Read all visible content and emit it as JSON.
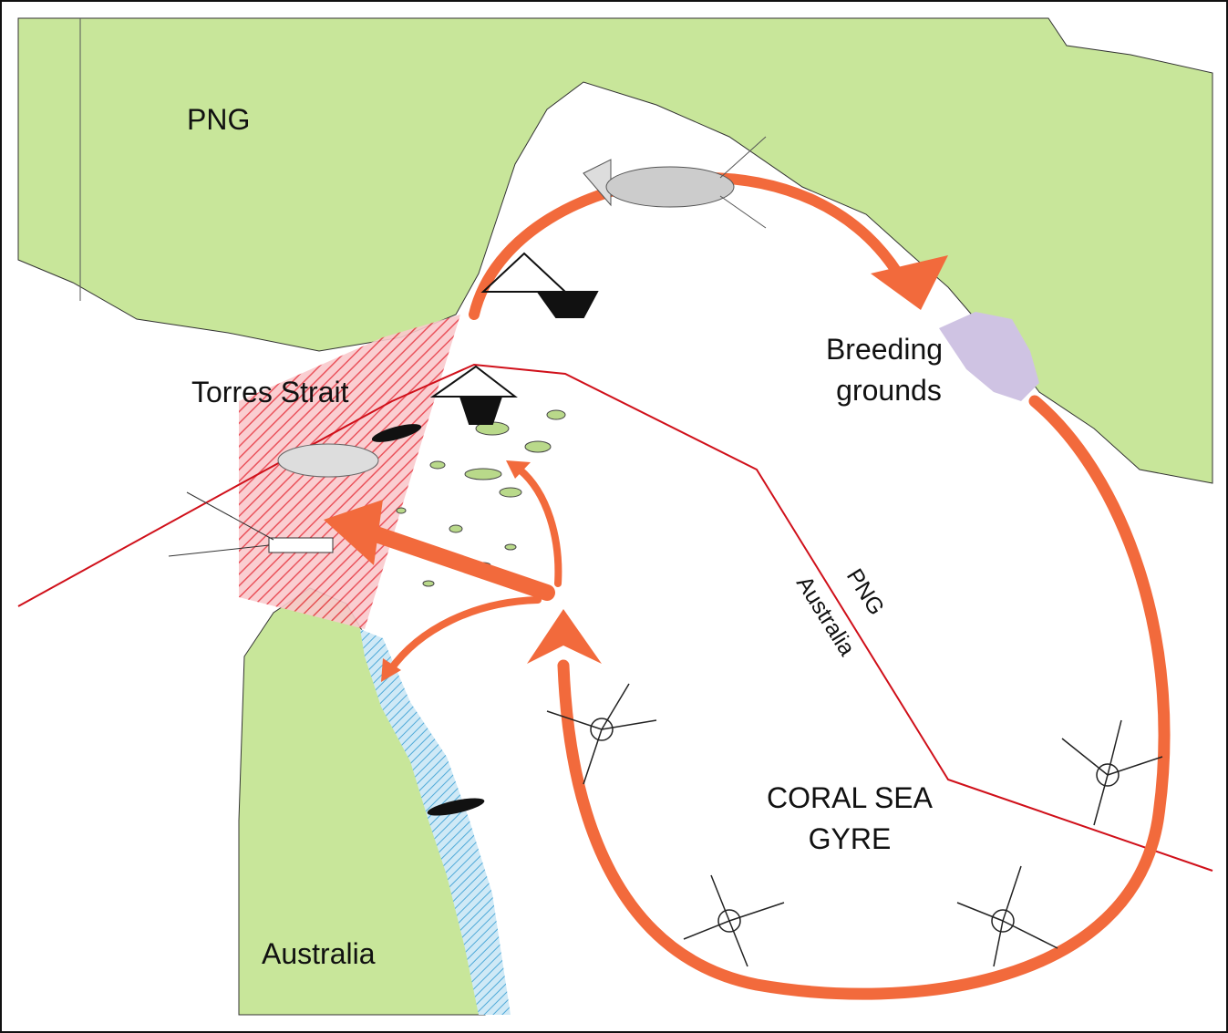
{
  "labels": {
    "png": "PNG",
    "torres_strait": "Torres Strait",
    "breeding_line1": "Breeding",
    "breeding_line2": "grounds",
    "gyre_line1": "CORAL SEA",
    "gyre_line2": "GYRE",
    "australia": "Australia",
    "border_png": "PNG",
    "border_australia": "Australia"
  },
  "colors": {
    "land": "#c8e69a",
    "migration_arrow": "#f26a3c",
    "border_line": "#d0101a",
    "fishing_zone_hatch": "#e8404a",
    "coastal_zone_hatch": "#4ea9d8",
    "breeding_ground": "#cfc3e3",
    "reef": "#b9d98a"
  },
  "legend_icons": [
    "lobster-icon",
    "trawler-icon",
    "diver-icon",
    "phyllosoma-larva-icon"
  ]
}
